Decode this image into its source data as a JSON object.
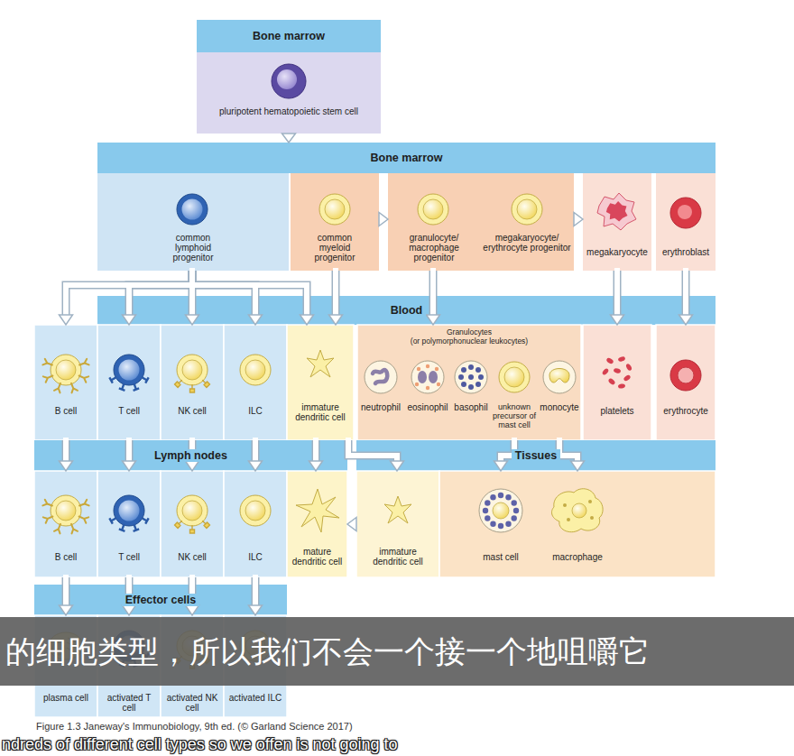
{
  "diagram": {
    "caption": "Figure 1.3 Janeway's Immunobiology, 9th ed. (© Garland Science 2017)",
    "nodes": [
      {
        "text": [
          "Bone marrow",
          "pluripotent hematopoietic stem cell"
        ]
      },
      {
        "text": [
          "Bone marrow"
        ]
      },
      {
        "text": [
          "common lymphoid progenitor"
        ]
      },
      {
        "text": [
          "common myeloid progenitor"
        ]
      },
      {
        "text": [
          "granulocyte/ macrophage progenitor"
        ]
      },
      {
        "text": [
          "megakaryocyte/ erythrocyte progenitor"
        ]
      },
      {
        "text": [
          "megakaryocyte"
        ]
      },
      {
        "text": [
          "erythroblast"
        ]
      },
      {
        "text": [
          "Blood"
        ]
      },
      {
        "text": [
          "B cell"
        ]
      },
      {
        "text": [
          "T cell"
        ]
      },
      {
        "text": [
          "NK cell"
        ]
      },
      {
        "text": [
          "ILC"
        ]
      },
      {
        "text": [
          "immature dendritic cell"
        ]
      },
      {
        "text": [
          "Granulocytes",
          "(or polymorphonuclear leukocytes)"
        ]
      },
      {
        "text": [
          "neutrophil"
        ],
        "in": 14
      },
      {
        "text": [
          "eosinophil"
        ],
        "in": 14
      },
      {
        "text": [
          "basophil"
        ],
        "in": 14
      },
      {
        "text": [
          "unknown precursor of mast cell"
        ],
        "in": 14
      },
      {
        "text": [
          "monocyte"
        ],
        "in": 14
      },
      {
        "text": [
          "platelets"
        ]
      },
      {
        "text": [
          "erythrocyte"
        ]
      },
      {
        "text": [
          "Lymph nodes"
        ]
      },
      {
        "text": [
          "Tissues"
        ]
      },
      {
        "text": [
          "B cell"
        ]
      },
      {
        "text": [
          "T cell"
        ]
      },
      {
        "text": [
          "NK cell"
        ]
      },
      {
        "text": [
          "ILC"
        ]
      },
      {
        "text": [
          "mature dendritic cell"
        ]
      },
      {
        "text": [
          "immature dendritic cell"
        ]
      },
      {
        "text": [
          "mast cell"
        ]
      },
      {
        "text": [
          "macrophage"
        ]
      },
      {
        "text": [
          "Effector cells"
        ]
      },
      {
        "text": [
          "plasma cell"
        ]
      },
      {
        "text": [
          "activated T cell"
        ]
      },
      {
        "text": [
          "activated NK cell"
        ]
      },
      {
        "text": [
          "activated ILC"
        ]
      }
    ],
    "edges": [
      {
        "from": 0,
        "to": 1,
        "arrow": "to"
      },
      {
        "from": 2,
        "to": 9,
        "arrow": "to"
      },
      {
        "from": 2,
        "to": 10,
        "arrow": "to"
      },
      {
        "from": 2,
        "to": 11,
        "arrow": "to"
      },
      {
        "from": 2,
        "to": 12,
        "arrow": "to"
      },
      {
        "from": 2,
        "to": 13,
        "arrow": "to"
      },
      {
        "from": 3,
        "to": 4,
        "arrow": "to"
      },
      {
        "from": 3,
        "to": 13,
        "arrow": "to"
      },
      {
        "from": 5,
        "to": 6,
        "arrow": "to"
      },
      {
        "from": 4,
        "to": 14,
        "arrow": "to"
      },
      {
        "from": 6,
        "to": 20,
        "arrow": "to"
      },
      {
        "from": 7,
        "to": 21,
        "arrow": "to"
      },
      {
        "from": 9,
        "to": 24,
        "arrow": "to"
      },
      {
        "from": 10,
        "to": 25,
        "arrow": "to"
      },
      {
        "from": 11,
        "to": 26,
        "arrow": "to"
      },
      {
        "from": 12,
        "to": 27,
        "arrow": "to"
      },
      {
        "from": 13,
        "to": 28,
        "arrow": "to"
      },
      {
        "from": 13,
        "to": 29,
        "arrow": "to"
      },
      {
        "from": 18,
        "to": 30,
        "arrow": "to"
      },
      {
        "from": 19,
        "to": 31,
        "arrow": "to"
      },
      {
        "from": 29,
        "to": 28,
        "arrow": "to"
      },
      {
        "from": 24,
        "to": 33,
        "arrow": "to"
      },
      {
        "from": 25,
        "to": 34,
        "arrow": "to"
      },
      {
        "from": 26,
        "to": 35,
        "arrow": "to"
      },
      {
        "from": 27,
        "to": 36,
        "arrow": "to"
      }
    ],
    "labels": [
      "的细胞类型，所以我们不会一个接一个地咀嚼它",
      "ndreds of different cell types so we offen is not going to"
    ]
  }
}
